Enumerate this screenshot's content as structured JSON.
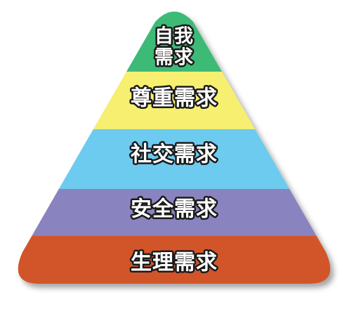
{
  "colors": {
    "self_actualization": "#3dba76",
    "esteem": "#f6ef70",
    "social": "#6ccbef",
    "safety": "#8983c0",
    "physiological": "#d2542b"
  },
  "tiers": [
    {
      "lines": [
        "自我",
        "需求"
      ]
    },
    {
      "lines": [
        "尊重需求"
      ]
    },
    {
      "lines": [
        "社交需求"
      ]
    },
    {
      "lines": [
        "安全需求"
      ]
    },
    {
      "lines": [
        "生理需求"
      ]
    }
  ]
}
